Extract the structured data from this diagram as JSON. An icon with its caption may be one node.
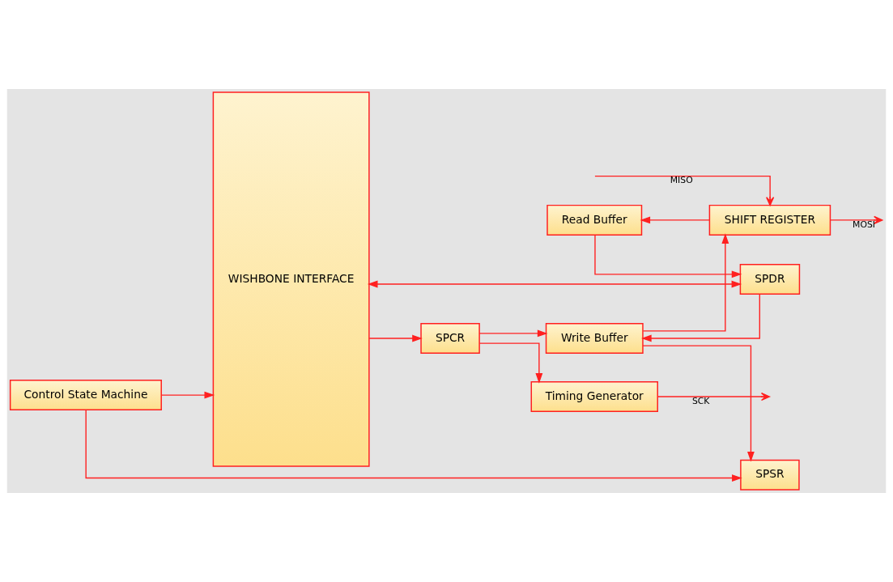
{
  "diagram": {
    "nodes": [
      {
        "text": [
          "WISHBONE INTERFACE"
        ]
      },
      {
        "text": [
          "SPCR"
        ]
      },
      {
        "text": [
          "Timing Generator"
        ]
      },
      {
        "text": [
          "Control State Machine"
        ]
      },
      {
        "text": [
          "SPSR"
        ]
      },
      {
        "text": [
          "SPDR"
        ]
      },
      {
        "text": [
          "Write Buffer"
        ]
      },
      {
        "text": [
          "Read Buffer"
        ]
      },
      {
        "text": [
          "SHIFT REGISTER"
        ]
      }
    ],
    "edges": [
      {
        "from": 0,
        "to": 1,
        "arrow": "to"
      },
      {
        "from": 1,
        "to": 2,
        "arrow": "to"
      },
      {
        "from": 1,
        "to": 6,
        "arrow": "to"
      },
      {
        "from": 2,
        "to": null,
        "arrow": "to",
        "label": "SCK"
      },
      {
        "from": 3,
        "to": 0,
        "arrow": "to"
      },
      {
        "from": 3,
        "to": 4,
        "arrow": "to"
      },
      {
        "from": 6,
        "to": 4,
        "arrow": "to"
      },
      {
        "from": 0,
        "to": 5,
        "arrow": "both"
      },
      {
        "from": 5,
        "to": 6,
        "arrow": "to"
      },
      {
        "from": 7,
        "to": 5,
        "arrow": "to"
      },
      {
        "from": 6,
        "to": 8,
        "arrow": "to"
      },
      {
        "from": 8,
        "to": 7,
        "arrow": "to"
      },
      {
        "from": null,
        "to": 8,
        "arrow": "to",
        "label": "MISO"
      },
      {
        "from": 8,
        "to": null,
        "arrow": "to",
        "label": "MOSI"
      }
    ]
  }
}
